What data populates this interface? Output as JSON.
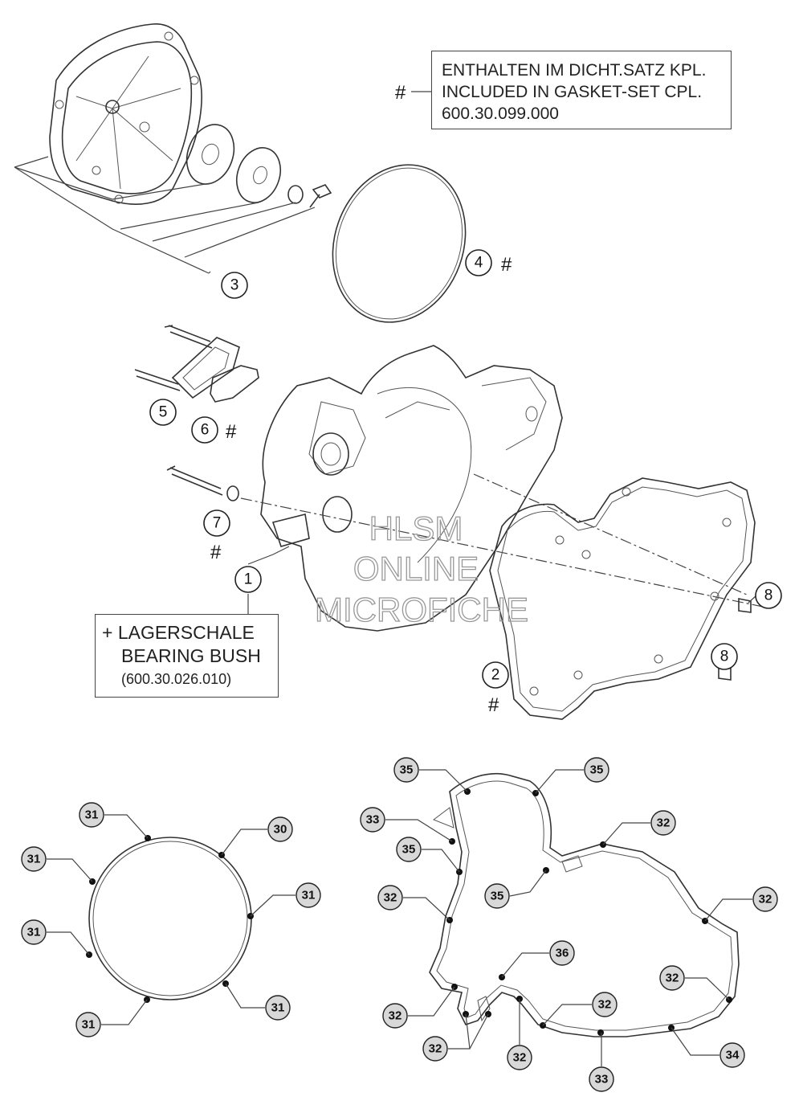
{
  "notes": {
    "gasket_set": [
      "ENTHALTEN IM DICHT.SATZ KPL.",
      "INCLUDED IN GASKET-SET CPL.",
      "600.30.099.000"
    ],
    "bearing": [
      "+ LAGERSCHALE",
      "BEARING BUSH",
      "(600.30.026.010)"
    ],
    "gasket_marker": "#"
  },
  "watermark": [
    "HLSM",
    "ONLINE",
    "MICROFICHE"
  ],
  "callouts": {
    "c1": "1",
    "c2": "2",
    "c3": "3",
    "c4": "4",
    "c5": "5",
    "c6": "6",
    "c7": "7",
    "c8a": "8",
    "c8b": "8",
    "g31a": "31",
    "g30": "30",
    "g31b": "31",
    "g31c": "31",
    "g31d": "31",
    "g31e": "31",
    "g31f": "31",
    "h35a": "35",
    "h35b": "35",
    "h33a": "33",
    "h32a": "32",
    "h35c": "35",
    "h32b": "32",
    "h35d": "35",
    "h32c": "32",
    "h36": "36",
    "h32d": "32",
    "h32e": "32",
    "h32f": "32",
    "h32g": "32",
    "h34": "34",
    "h32h": "32",
    "h33b": "33"
  }
}
